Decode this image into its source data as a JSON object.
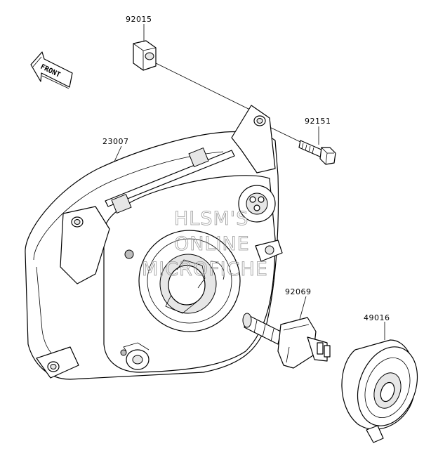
{
  "diagram": {
    "front_label": "FRONT",
    "watermark": [
      "HLSM'S",
      "ONLINE",
      "MICROFICHE"
    ],
    "parts": [
      {
        "number": "92015"
      },
      {
        "number": "92151"
      },
      {
        "number": "23007"
      },
      {
        "number": "92069"
      },
      {
        "number": "49016"
      }
    ]
  }
}
